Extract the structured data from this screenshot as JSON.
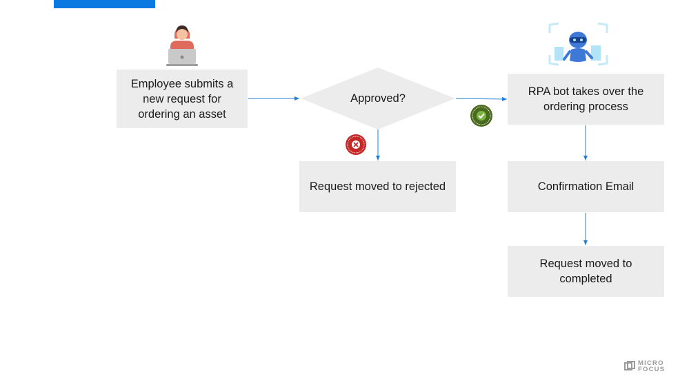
{
  "colors": {
    "accent": "#0a7ae2",
    "box_fill": "#ececec",
    "arrow": "#1f7fd8",
    "rejected_badge": "#c62828",
    "approved_badge": "#4a6b1e"
  },
  "nodes": {
    "submit": "Employee submits a\nnew request for\nordering an asset",
    "decision": "Approved?",
    "rejected": "Request moved to rejected",
    "rpa": "RPA bot takes over the\nordering process",
    "email": "Confirmation Email",
    "completed": "Request moved to\ncompleted"
  },
  "icons": {
    "employee": "employee-laptop-icon",
    "robot": "robot-icon",
    "rejected_stamp": "rejected-stamp-icon",
    "approved_stamp": "approved-stamp-icon"
  },
  "badges": {
    "rejected_text": "REJECTED",
    "approved_text": "APPROVED"
  },
  "logo": {
    "text": "MICRO\nFOCUS"
  }
}
